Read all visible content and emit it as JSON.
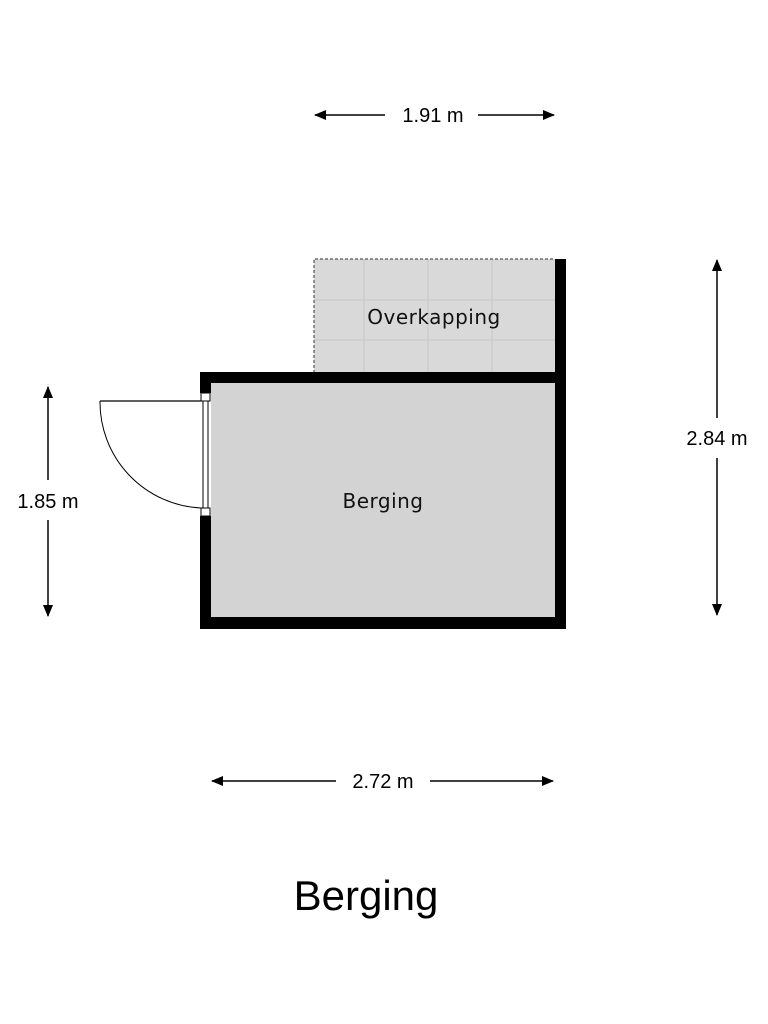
{
  "title": "Berging",
  "rooms": {
    "overkapping": "Overkapping",
    "berging": "Berging"
  },
  "dimensions": {
    "top": "1.91 m",
    "right": "2.84 m",
    "left": "1.85 m",
    "bottom": "2.72 m"
  },
  "colors": {
    "wall": "#000000",
    "room_fill": "#d3d3d3",
    "covered_fill": "#d9d9d9",
    "covered_tile_line": "#c6c6c6",
    "dim_line": "#000000"
  }
}
